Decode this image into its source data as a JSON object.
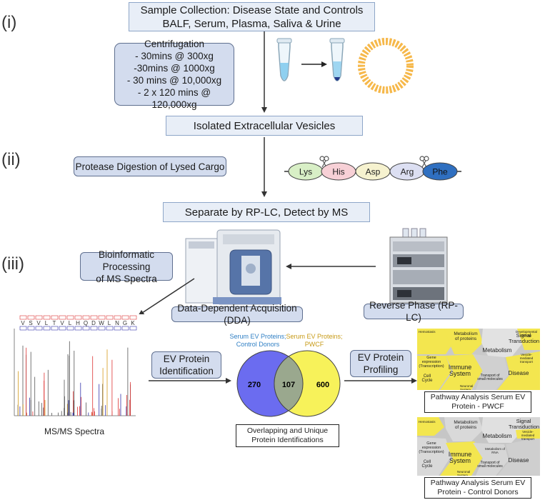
{
  "steps": {
    "sample_line1": "Sample Collection: Disease State and Controls",
    "sample_line2": "BALF, Serum, Plasma, Saliva & Urine",
    "centrifugation_title": "Centrifugation",
    "centrifugation_lines": [
      "- 30mins @ 300xg",
      "-30mins @ 1000xg",
      "- 30 mins @ 10,000xg",
      "- 2 x 120 mins @ 120,000xg"
    ],
    "isolated_ev": "Isolated Extracellular Vesicles",
    "protease": "Protease Digestion of Lysed Cargo",
    "separate": "Separate by RP-LC, Detect by MS",
    "bioinformatic_line1": "Bioinformatic Processing",
    "bioinformatic_line2": "of MS Spectra",
    "dda": "Data-Dependent Acquisition (DDA)",
    "reverse_phase": "Reverse Phase (RP-LC)",
    "ev_identification_line1": "EV Protein",
    "ev_identification_line2": "Identification",
    "ev_profiling_line1": "EV Protein",
    "ev_profiling_line2": "Profiling"
  },
  "roman_numerals": [
    "(i)",
    "(ii)",
    "(iii)"
  ],
  "amino_acids": [
    "Lys",
    "His",
    "Asp",
    "Arg",
    "Phe"
  ],
  "spectrum": {
    "peptide_letters": [
      "V",
      "S",
      "V",
      "L",
      "T",
      "V",
      "L",
      "H",
      "Q",
      "D",
      "W",
      "L",
      "N",
      "G",
      "K"
    ],
    "caption": "MS/MS Spectra"
  },
  "venn": {
    "left_label_line1": "Serum EV Proteins;",
    "left_label_line2": "Control Donors",
    "right_label_line1": "Serum EV Proteins;",
    "right_label_line2": "PWCF",
    "left_only": "270",
    "overlap": "107",
    "right_only": "600",
    "caption_line1": "Overlapping and Unique",
    "caption_line2": "Protein Identifications",
    "colors": {
      "left": "#6b6cf0",
      "right": "#f7f25a",
      "left_label": "#2f7fc4",
      "right_label": "#c79a16"
    }
  },
  "pathway_maps": [
    {
      "cells": [
        "Metabolism of proteins",
        "Gene expression (Transcription)",
        "Metabolism",
        "Signal Transduction",
        "Immune System",
        "Cell Cycle",
        "Transport of small molecules",
        "Disease",
        "Developmental Biology",
        "Vesicle-mediated transport",
        "Hemostasis",
        "Neuronal System"
      ],
      "caption_line1": "Pathway Analysis Serum EV",
      "caption_line2": "Protein - PWCF"
    },
    {
      "cells": [
        "Metabolism of proteins",
        "Gene expression (Transcription)",
        "Metabolism",
        "Signal Transduction",
        "Immune System",
        "Cell Cycle",
        "Transport of small molecules",
        "Disease",
        "Hemostasis",
        "Metabolism of RNA",
        "Vesicle-mediated transport",
        "Neuronal System"
      ],
      "caption_line1": "Pathway Analysis Serum EV",
      "caption_line2": "Protein - Control Donors"
    }
  ]
}
